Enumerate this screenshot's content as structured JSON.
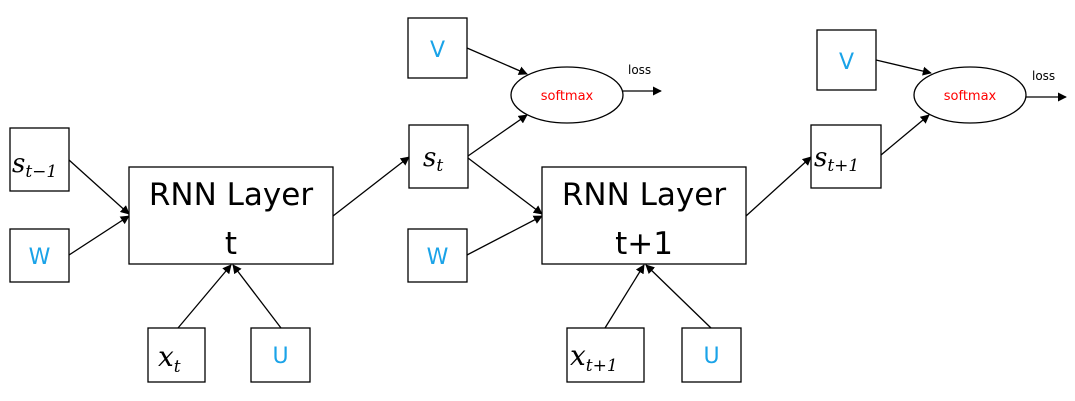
{
  "colors": {
    "param": "#1aa3e8",
    "softmax": "#ff0000",
    "line": "#000000"
  },
  "nodes": {
    "s_prev": {
      "base": "s",
      "sub": "t−1"
    },
    "w1": {
      "label": "W"
    },
    "rnn1": {
      "line1": "RNN Layer",
      "line2": "t"
    },
    "x_t": {
      "base": "x",
      "sub": "t"
    },
    "u1": {
      "label": "U"
    },
    "v1": {
      "label": "V"
    },
    "softmax1": {
      "label": "softmax"
    },
    "loss1": {
      "label": "loss"
    },
    "s_t": {
      "base": "s",
      "sub": "t"
    },
    "w2": {
      "label": "W"
    },
    "rnn2": {
      "line1": "RNN Layer",
      "line2": "t+1"
    },
    "x_t1": {
      "base": "x",
      "sub": "t+1"
    },
    "u2": {
      "label": "U"
    },
    "v2": {
      "label": "V"
    },
    "softmax2": {
      "label": "softmax"
    },
    "loss2": {
      "label": "loss"
    },
    "s_t1": {
      "base": "s",
      "sub": "t+1"
    }
  },
  "edges": [
    {
      "from": "s_prev",
      "to": "rnn1"
    },
    {
      "from": "w1",
      "to": "rnn1"
    },
    {
      "from": "x_t",
      "to": "rnn1"
    },
    {
      "from": "u1",
      "to": "rnn1"
    },
    {
      "from": "rnn1",
      "to": "s_t"
    },
    {
      "from": "v1",
      "to": "softmax1"
    },
    {
      "from": "s_t",
      "to": "softmax1"
    },
    {
      "from": "softmax1",
      "to": "loss1"
    },
    {
      "from": "s_t",
      "to": "rnn2"
    },
    {
      "from": "w2",
      "to": "rnn2"
    },
    {
      "from": "x_t1",
      "to": "rnn2"
    },
    {
      "from": "u2",
      "to": "rnn2"
    },
    {
      "from": "rnn2",
      "to": "s_t1"
    },
    {
      "from": "v2",
      "to": "softmax2"
    },
    {
      "from": "s_t1",
      "to": "softmax2"
    },
    {
      "from": "softmax2",
      "to": "loss2"
    }
  ]
}
